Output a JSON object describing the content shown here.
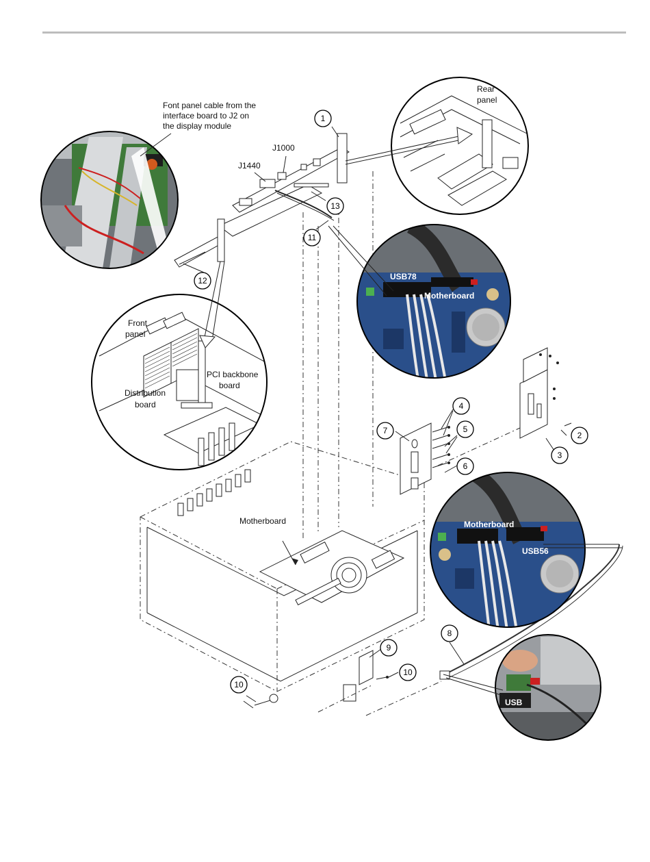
{
  "figure": {
    "callouts": {
      "c1": "1",
      "c2": "2",
      "c3": "3",
      "c4": "4",
      "c5": "5",
      "c6": "6",
      "c7": "7",
      "c8": "8",
      "c9": "9",
      "c10a": "10",
      "c10b": "10",
      "c11": "11",
      "c12": "12",
      "c13": "13"
    },
    "labels": {
      "front_cable_line1": "Font panel cable from the",
      "front_cable_line2": "interface board to J2 on",
      "front_cable_line3": "the display module",
      "rear_line1": "Rear",
      "rear_line2": "panel",
      "j1000": "J1000",
      "j1440": "J1440",
      "usb78": "USB78",
      "motherboard_top": "Motherboard",
      "front_panel_line1": "Front",
      "front_panel_line2": "panel",
      "pci_line1": "PCI backbone",
      "pci_line2": "board",
      "dist_line1": "Distribution",
      "dist_line2": "board",
      "motherboard_chassis": "Motherboard",
      "motherboard_mid": "Motherboard",
      "usb56": "USB56",
      "usb": "USB"
    },
    "colors": {
      "photo_board_blue": "#2a4f8a",
      "photo_dark": "#2b2b2b",
      "cable_red": "#cc2020",
      "rule_gray": "#bdbdbd"
    }
  }
}
